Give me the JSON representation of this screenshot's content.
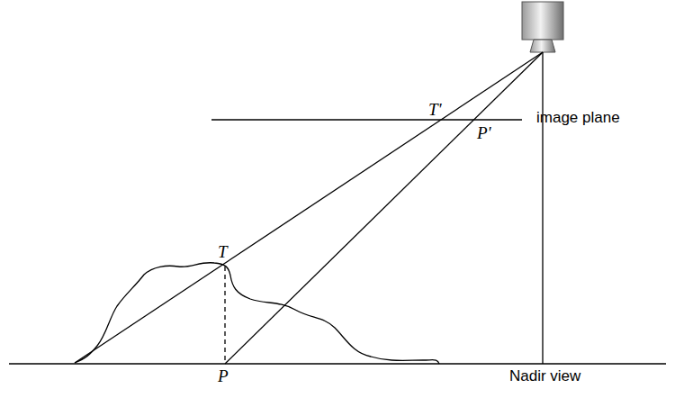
{
  "diagram": {
    "labels": [
      "T'",
      "P'",
      "image plane",
      "T",
      "P",
      "Nadir view"
    ]
  }
}
